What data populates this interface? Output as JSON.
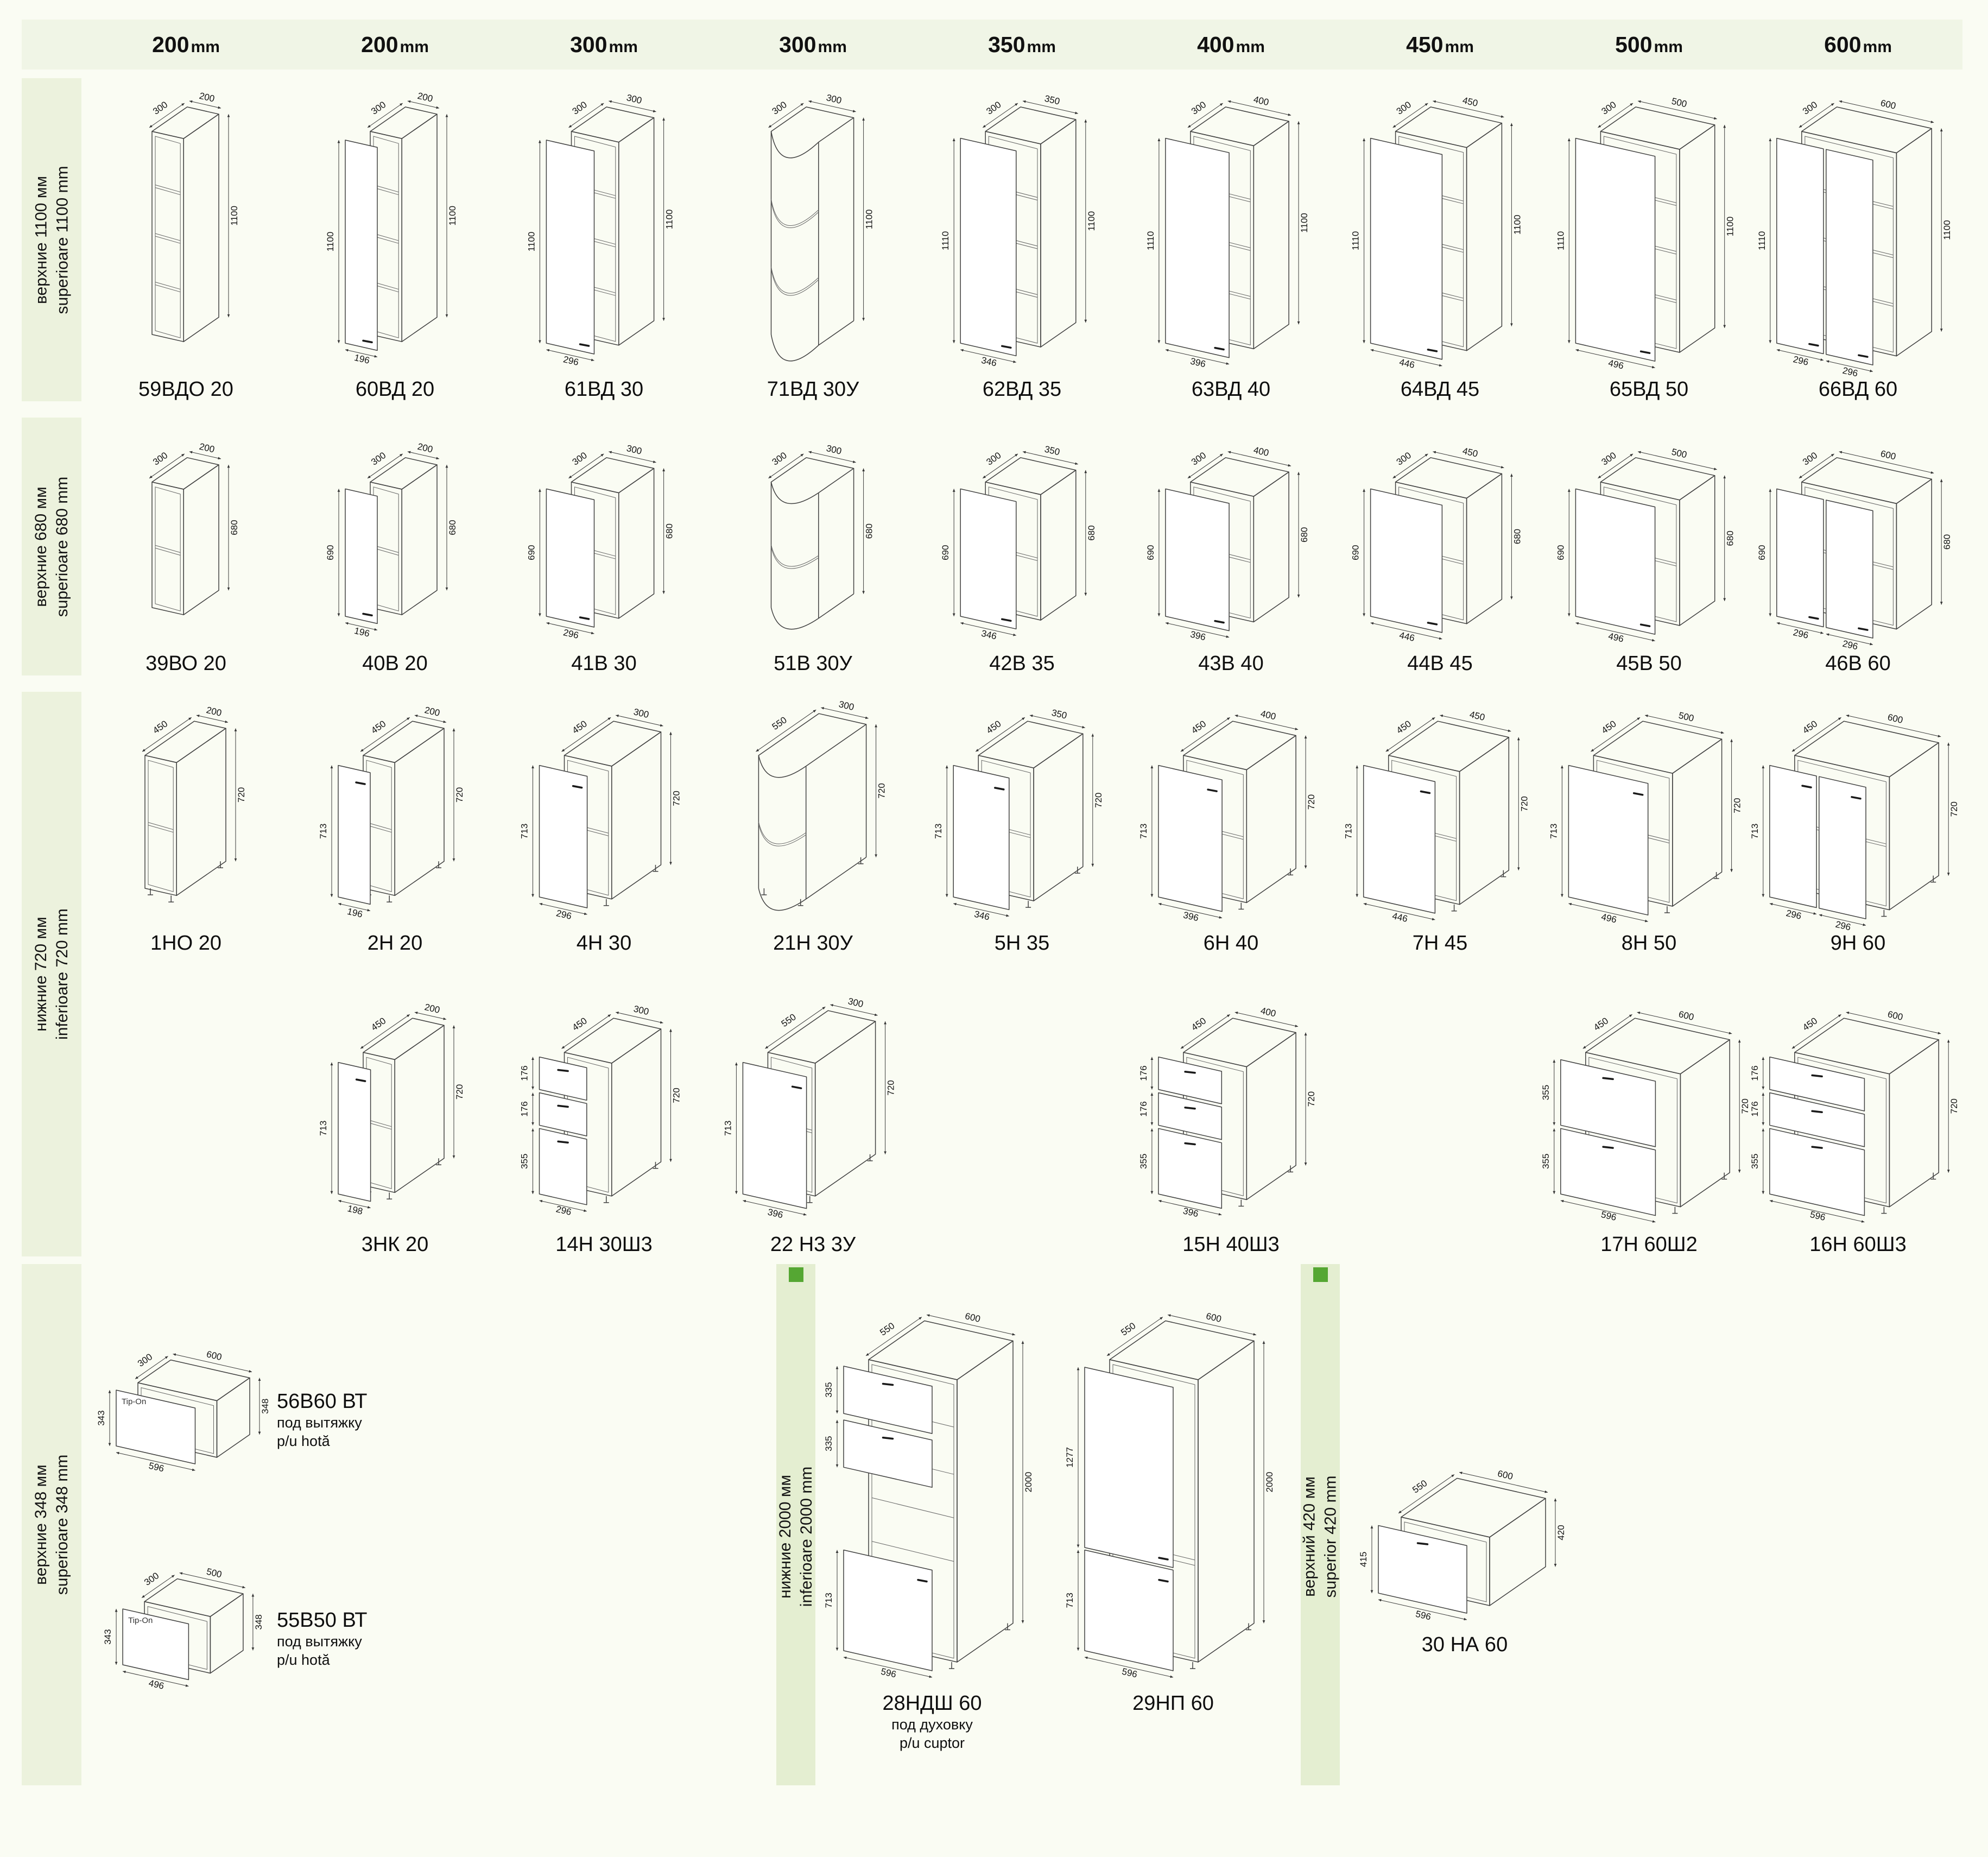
{
  "page": {
    "bg": "#fafcf3",
    "band_bg": "#ecf2dd",
    "green_band_bg": "#e4eed1",
    "accent_green": "#55a733",
    "line_color": "#414141"
  },
  "header": {
    "unit": "mm",
    "columns": [
      "200",
      "200",
      "300",
      "300",
      "350",
      "400",
      "450",
      "500",
      "600"
    ]
  },
  "sections": [
    {
      "id": "sup1100",
      "label_ru": "верхние 1100 мм",
      "label_ro": "superioare 1100 mm",
      "rows": [
        [
          {
            "code": "59ВДО 20",
            "kind": "open",
            "d": "300",
            "w": "200",
            "h": "1100",
            "shelves": 3
          },
          {
            "code": "60ВД 20",
            "kind": "door",
            "d": "300",
            "w": "200",
            "h": "1100",
            "door_h": "1100",
            "door_w": "196",
            "shelves": 3
          },
          {
            "code": "61ВД 30",
            "kind": "door",
            "d": "300",
            "w": "300",
            "h": "1100",
            "door_h": "1100",
            "door_w": "296",
            "shelves": 3
          },
          {
            "code": "71ВД 30У",
            "kind": "corner",
            "d": "300",
            "w": "300",
            "h": "1100",
            "shelves": 2
          },
          {
            "code": "62ВД 35",
            "kind": "door",
            "d": "300",
            "w": "350",
            "h": "1100",
            "door_h": "1110",
            "door_w": "346",
            "shelves": 3
          },
          {
            "code": "63ВД 40",
            "kind": "door",
            "d": "300",
            "w": "400",
            "h": "1100",
            "door_h": "1110",
            "door_w": "396",
            "shelves": 3
          },
          {
            "code": "64ВД 45",
            "kind": "door",
            "d": "300",
            "w": "450",
            "h": "1100",
            "door_h": "1110",
            "door_w": "446",
            "shelves": 3
          },
          {
            "code": "65ВД 50",
            "kind": "door",
            "d": "300",
            "w": "500",
            "h": "1100",
            "door_h": "1110",
            "door_w": "496",
            "shelves": 3
          },
          {
            "code": "66ВД 60",
            "kind": "door2",
            "d": "300",
            "w": "600",
            "h": "1100",
            "door_h": "1110",
            "door_w": "296",
            "door_w2": "296",
            "shelves": 3
          }
        ]
      ]
    },
    {
      "id": "sup680",
      "label_ru": "верхние 680 мм",
      "label_ro": "superioare 680 mm",
      "rows": [
        [
          {
            "code": "39ВО 20",
            "kind": "open",
            "d": "300",
            "w": "200",
            "h": "680",
            "shelves": 1
          },
          {
            "code": "40В 20",
            "kind": "door",
            "d": "300",
            "w": "200",
            "h": "680",
            "door_h": "690",
            "door_w": "196",
            "shelves": 1
          },
          {
            "code": "41В 30",
            "kind": "door",
            "d": "300",
            "w": "300",
            "h": "680",
            "door_h": "690",
            "door_w": "296",
            "shelves": 1
          },
          {
            "code": "51В 30У",
            "kind": "corner",
            "d": "300",
            "w": "300",
            "h": "680",
            "shelves": 1
          },
          {
            "code": "42В 35",
            "kind": "door",
            "d": "300",
            "w": "350",
            "h": "680",
            "door_h": "690",
            "door_w": "346",
            "shelves": 1
          },
          {
            "code": "43В 40",
            "kind": "door",
            "d": "300",
            "w": "400",
            "h": "680",
            "door_h": "690",
            "door_w": "396",
            "shelves": 1
          },
          {
            "code": "44В 45",
            "kind": "door",
            "d": "300",
            "w": "450",
            "h": "680",
            "door_h": "690",
            "door_w": "446",
            "shelves": 1
          },
          {
            "code": "45В 50",
            "kind": "door",
            "d": "300",
            "w": "500",
            "h": "680",
            "door_h": "690",
            "door_w": "496",
            "shelves": 1
          },
          {
            "code": "46В 60",
            "kind": "door2",
            "d": "300",
            "w": "600",
            "h": "680",
            "door_h": "690",
            "door_w": "296",
            "door_w2": "296",
            "shelves": 1
          }
        ]
      ]
    },
    {
      "id": "inf720",
      "label_ru": "нижние 720 мм",
      "label_ro": "inferioare 720 mm",
      "rows": [
        [
          {
            "code": "1НО 20",
            "kind": "open",
            "d": "450",
            "w": "200",
            "h": "720",
            "shelves": 1
          },
          {
            "code": "2Н 20",
            "kind": "door",
            "d": "450",
            "w": "200",
            "h": "720",
            "door_h": "713",
            "door_w": "196",
            "shelves": 1
          },
          {
            "code": "4Н 30",
            "kind": "door",
            "d": "450",
            "w": "300",
            "h": "720",
            "door_h": "713",
            "door_w": "296",
            "shelves": 1
          },
          {
            "code": "21Н 30У",
            "kind": "corner",
            "d": "550",
            "w": "300",
            "h": "720",
            "shelves": 1
          },
          {
            "code": "5Н 35",
            "kind": "door",
            "d": "450",
            "w": "350",
            "h": "720",
            "door_h": "713",
            "door_w": "346",
            "shelves": 1
          },
          {
            "code": "6Н 40",
            "kind": "door",
            "d": "450",
            "w": "400",
            "h": "720",
            "door_h": "713",
            "door_w": "396",
            "shelves": 1
          },
          {
            "code": "7Н 45",
            "kind": "door",
            "d": "450",
            "w": "450",
            "h": "720",
            "door_h": "713",
            "door_w": "446",
            "shelves": 1
          },
          {
            "code": "8Н 50",
            "kind": "door",
            "d": "450",
            "w": "500",
            "h": "720",
            "door_h": "713",
            "door_w": "496",
            "shelves": 1
          },
          {
            "code": "9Н 60",
            "kind": "door2",
            "d": "450",
            "w": "600",
            "h": "720",
            "door_h": "713",
            "door_w": "296",
            "door_w2": "296",
            "shelves": 1
          }
        ],
        [
          null,
          {
            "code": "3НК 20",
            "kind": "door",
            "d": "450",
            "w": "200",
            "h": "720",
            "door_h": "713",
            "door_w": "198",
            "shelves": 1
          },
          {
            "code": "14Н 30Ш3",
            "kind": "drawers",
            "d": "450",
            "w": "300",
            "h": "720",
            "fronts": [
              "176",
              "176",
              "355"
            ],
            "bottom_w": "296"
          },
          {
            "code": "22 Н3 3У",
            "kind": "door",
            "d": "550",
            "w": "300",
            "h": "720",
            "door_h": "713",
            "door_w": "396",
            "shelves": 1
          },
          null,
          {
            "code": "15Н 40Ш3",
            "kind": "drawers",
            "d": "450",
            "w": "400",
            "h": "720",
            "fronts": [
              "176",
              "176",
              "355"
            ],
            "bottom_w": "396"
          },
          null,
          {
            "code": "17Н 60Ш2",
            "kind": "drawers",
            "d": "450",
            "w": "600",
            "h": "720",
            "fronts": [
              "355",
              "355"
            ],
            "bottom_w": "596"
          },
          {
            "code": "16Н 60Ш3",
            "kind": "drawers",
            "d": "450",
            "w": "600",
            "h": "720",
            "fronts": [
              "176",
              "176",
              "355"
            ],
            "bottom_w": "596"
          }
        ]
      ]
    }
  ],
  "bottom": {
    "left_band": {
      "ru": "верхние 348 мм",
      "ro": "superioare 348 mm"
    },
    "hoods": [
      {
        "code": "56В60 ВТ",
        "sub1": "под вытяжку",
        "sub2": "p/u hotă",
        "kind": "hood",
        "d": "300",
        "w": "600",
        "h": "348",
        "front_h": "343",
        "bottom_w": "596",
        "panel": "Tip-On"
      },
      {
        "code": "55В50 ВТ",
        "sub1": "под вытяжку",
        "sub2": "p/u hotă",
        "kind": "hood",
        "d": "300",
        "w": "500",
        "h": "348",
        "front_h": "343",
        "bottom_w": "496",
        "panel": "Tip-On"
      }
    ],
    "mid_band": {
      "ru": "нижние 2000 мм",
      "ro": "inferioare 2000 mm"
    },
    "talls": [
      {
        "code": "28НДШ 60",
        "sub1": "под духовку",
        "sub2": "p/u cuptor",
        "kind": "tall_oven",
        "d": "550",
        "w": "600",
        "h": "2000",
        "fronts": [
          "335",
          "335"
        ],
        "door_h": "713",
        "bottom_w": "596"
      },
      {
        "code": "29НП 60",
        "kind": "tall_doors",
        "d": "550",
        "w": "600",
        "h": "2000",
        "top_door": "1277",
        "door_h": "713",
        "bottom_w": "596"
      }
    ],
    "right_band": {
      "ru": "верхний 420 мм",
      "ro": "superior 420 mm"
    },
    "low": {
      "code": "30 НА 60",
      "kind": "low",
      "d": "550",
      "w": "600",
      "h": "420",
      "front_h": "415",
      "bottom_w": "596"
    }
  }
}
